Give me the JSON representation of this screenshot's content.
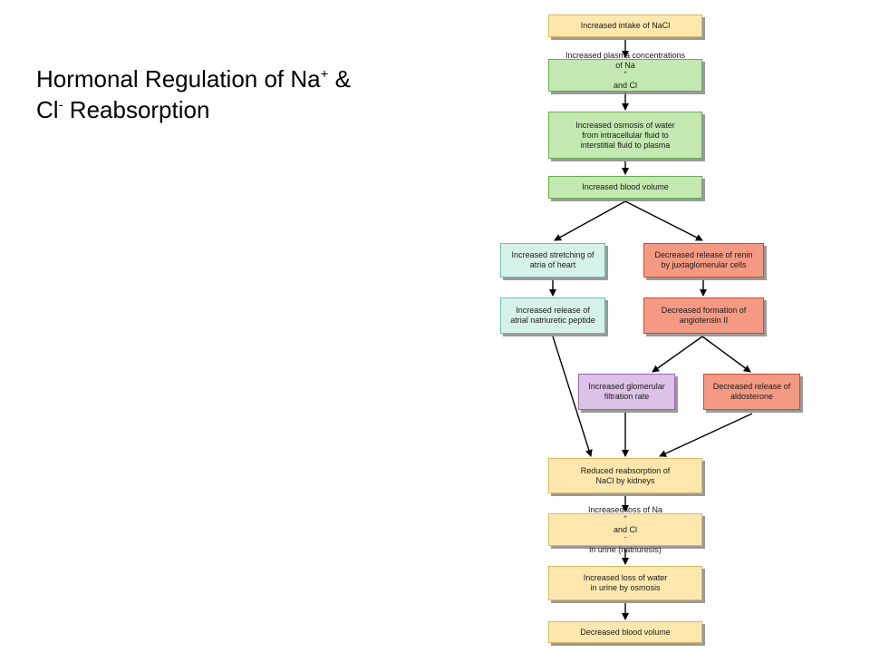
{
  "title": {
    "line1_text": "Hormonal Regulation of Na",
    "line1_sup": "+",
    "line1_tail": " &",
    "line2_text": "Cl",
    "line2_sup": "-",
    "line2_tail": " Reabsorption"
  },
  "colors": {
    "yellow": "#fde7ad",
    "green": "#c3e8b0",
    "teal": "#d6f1ea",
    "red": "#f49a83",
    "purple": "#ddc1e6",
    "arrow": "#000000"
  },
  "nodes": {
    "intake": {
      "line1": "Increased intake of NaCl"
    },
    "plasma": {
      "line1": "Increased plasma concentrations",
      "line2a": "of Na",
      "line2b": "+",
      "line2c": " and Cl",
      "line2d": "–"
    },
    "osmosis": {
      "line1": "Increased osmosis of water",
      "line2": "from intracellular fluid to",
      "line3": "interstitial fluid to plasma"
    },
    "blood_volume": {
      "line1": "Increased blood volume"
    },
    "stretching": {
      "line1": "Increased stretching of",
      "line2": "atria of heart"
    },
    "renin": {
      "line1": "Decreased release of renin",
      "line2": "by juxtaglomerular cells"
    },
    "anp": {
      "line1": "Increased release of",
      "line2": "atrial natriuretic peptide"
    },
    "angiotensin": {
      "line1": "Decreased formation of",
      "line2": "angiotensin II"
    },
    "gfr": {
      "line1": "Increased glomerular",
      "line2": "filtration rate"
    },
    "aldosterone": {
      "line1": "Decreased release of",
      "line2": "aldosterone"
    },
    "reabsorption": {
      "line1": "Reduced reabsorption of",
      "line2": "NaCl by kidneys"
    },
    "loss_nacl": {
      "line1a": "Increased loss of Na",
      "line1b": "+",
      "line1c": " and Cl",
      "line1d": "–",
      "line2": "in urine (natriuresis)"
    },
    "loss_water": {
      "line1": "Increased loss of water",
      "line2": "in urine by osmosis"
    },
    "decreased_volume": {
      "line1": "Decreased blood volume"
    }
  }
}
